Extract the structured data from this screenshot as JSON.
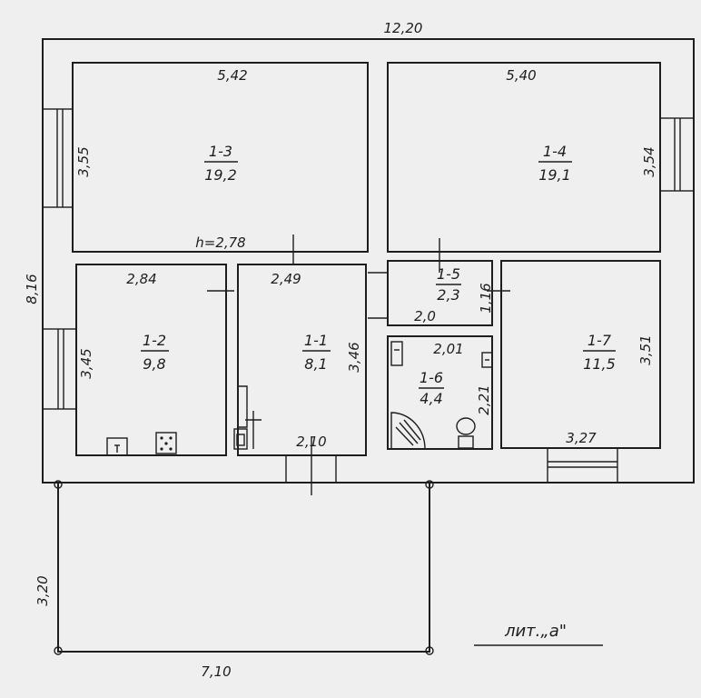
{
  "plan": {
    "overall_width": "12,20",
    "overall_depth": "8,16",
    "ceiling_height": "h=2,78",
    "sheet_label": "лит.„а\"",
    "annex": {
      "width": "7,10",
      "depth": "3,20"
    }
  },
  "rooms": [
    {
      "id": "1-3",
      "area": "19,2"
    },
    {
      "id": "1-4",
      "area": "19,1"
    },
    {
      "id": "1-2",
      "area": "9,8"
    },
    {
      "id": "1-1",
      "area": "8,1"
    },
    {
      "id": "1-5",
      "area": "2,3"
    },
    {
      "id": "1-6",
      "area": "4,4"
    },
    {
      "id": "1-7",
      "area": "11,5"
    }
  ],
  "dimensions": {
    "r13_width": "5,42",
    "r13_depth": "3,55",
    "r14_width": "5,40",
    "r14_depth": "3,54",
    "r12_width": "2,84",
    "r12_depth": "3,45",
    "r11_width": "2,49",
    "r11_depth": "3,46",
    "r11_bottom": "2,10",
    "r15_side": "1,16",
    "r15_width": "2,0",
    "r16_width": "2,01",
    "r16_depth": "2,21",
    "r17_depth": "3,51",
    "r17_width": "3,27"
  }
}
